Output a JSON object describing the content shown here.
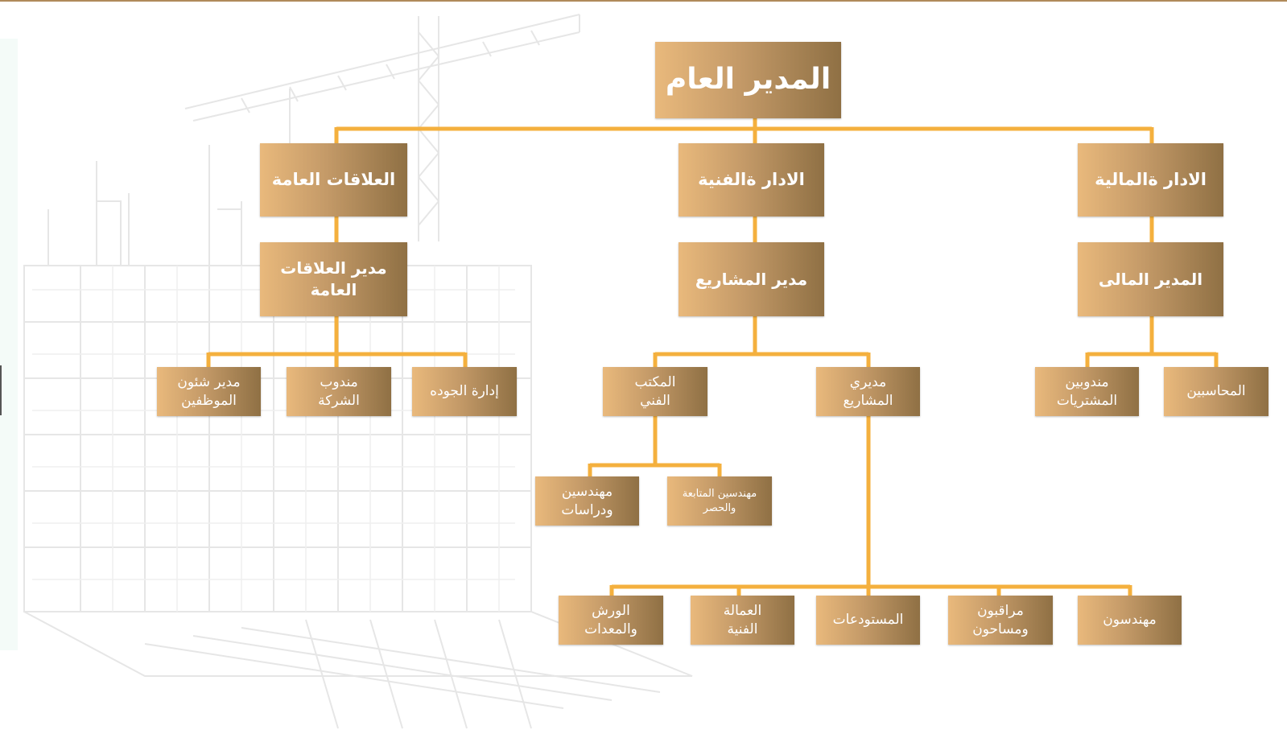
{
  "chart": {
    "general_manager": "المدير العام",
    "departments": {
      "finance": "الادار ةالمالية",
      "technical": "الادار ةالفنية",
      "public_relations": "العلاقات العامة"
    },
    "managers": {
      "finance": "المدير المالى",
      "projects": "مدير المشاريع",
      "public_relations": "مدير العلاقات العامة"
    },
    "finance_units": {
      "accountants": "المحاسبين",
      "procurement_reps": "مندوبين المشتريات"
    },
    "project_units": {
      "project_managers": "مديري المشاريع",
      "technical_office": "المكتب الفني"
    },
    "pr_units": {
      "quality": "إدارة الجوده",
      "company_rep": "مندوب الشركة",
      "hr_manager": "مدير شئون الموظفين"
    },
    "technical_office_units": {
      "followup_engineers": "مهندسين المتابعة والحصر",
      "studies_engineers": "مهندسين ودراسات"
    },
    "site_units": {
      "engineers": "مهندسون",
      "inspectors": "مراقبون ومساحون",
      "warehouses": "المستودعات",
      "technical_labor": "العمالة الفنية",
      "workshops": "الورش والمعدات"
    }
  },
  "colors": {
    "connector": "#f4b03e",
    "box_light": "#e9b97c",
    "box_dark": "#8f7044",
    "text": "#ffffff",
    "accent_rule": "#b08a5a"
  }
}
